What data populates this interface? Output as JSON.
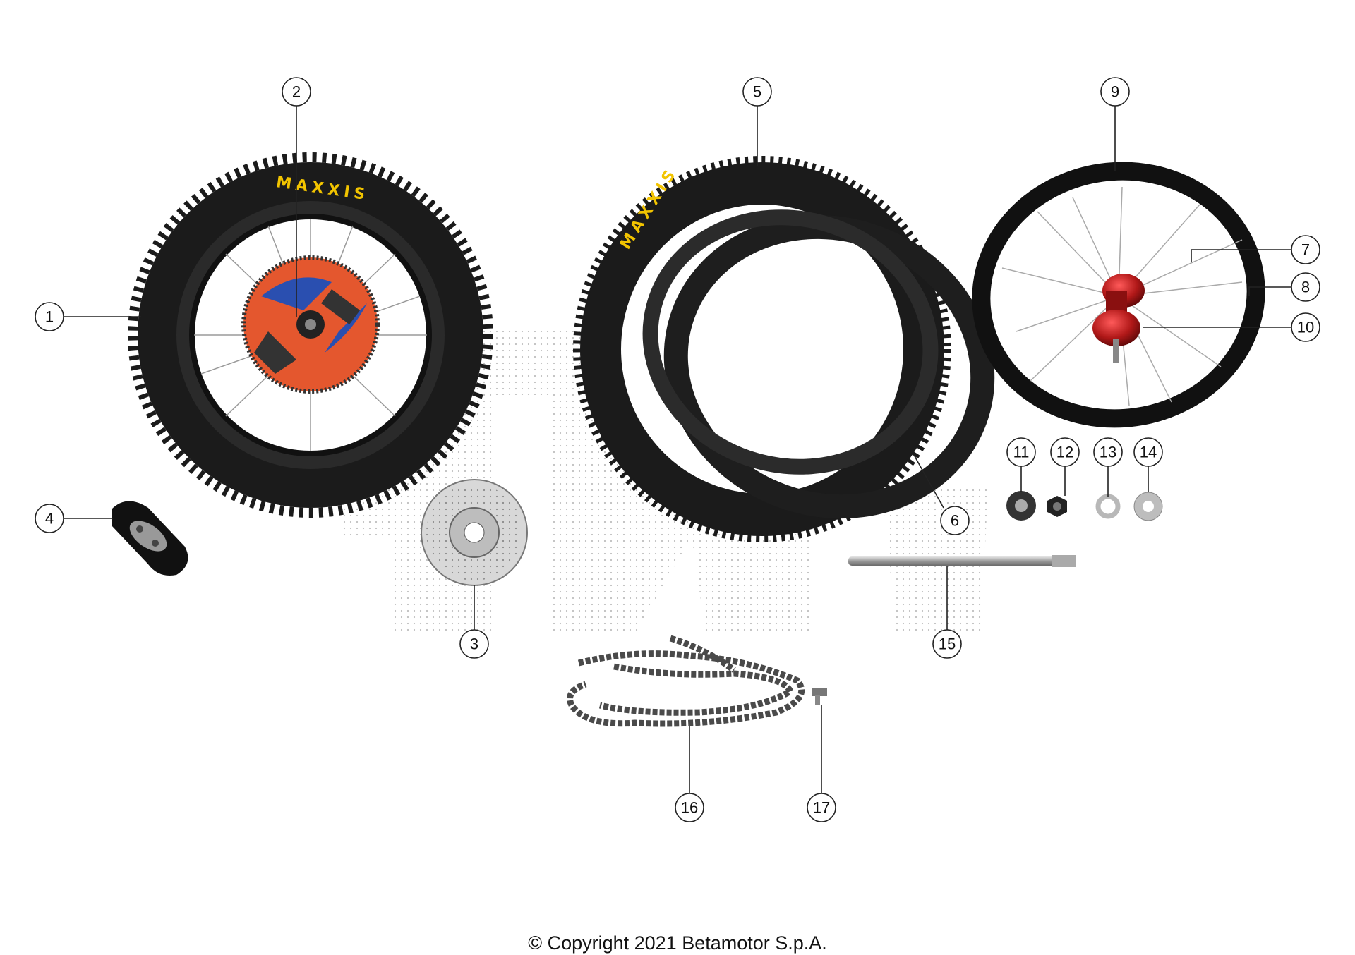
{
  "diagram": {
    "brand_text": "MAXXIS",
    "copyright": "© Copyright 2021 Betamotor S.p.A.",
    "callouts": [
      {
        "id": "1",
        "label": "1"
      },
      {
        "id": "2",
        "label": "2"
      },
      {
        "id": "3",
        "label": "3"
      },
      {
        "id": "4",
        "label": "4"
      },
      {
        "id": "5",
        "label": "5"
      },
      {
        "id": "6",
        "label": "6"
      },
      {
        "id": "7",
        "label": "7"
      },
      {
        "id": "8",
        "label": "8"
      },
      {
        "id": "9",
        "label": "9"
      },
      {
        "id": "10",
        "label": "10"
      },
      {
        "id": "11",
        "label": "11"
      },
      {
        "id": "12",
        "label": "12"
      },
      {
        "id": "13",
        "label": "13"
      },
      {
        "id": "14",
        "label": "14"
      },
      {
        "id": "15",
        "label": "15"
      },
      {
        "id": "16",
        "label": "16"
      },
      {
        "id": "17",
        "label": "17"
      }
    ],
    "colors": {
      "tire": "#1b1b1b",
      "hub": "#b01818",
      "sprocket_orange": "#e4572e",
      "sprocket_blue": "#2a4fb0",
      "metal": "#b8b8b8"
    }
  }
}
